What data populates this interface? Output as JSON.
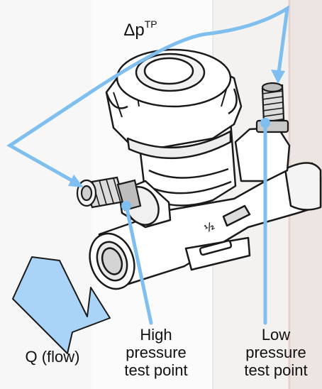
{
  "labels": {
    "delta_p": "Δp",
    "delta_p_superscript": "TP",
    "high_pressure": [
      "High",
      "pressure",
      "test point"
    ],
    "low_pressure": [
      "Low",
      "pressure",
      "test point"
    ],
    "flow": "Q (flow)"
  },
  "colors": {
    "annotation_blue": "#7fbff0",
    "arrow_fill": "#a9d3f7",
    "arrow_stroke": "#1a1a1a",
    "valve_line": "#1a1a1a",
    "valve_body": "#ffffff"
  }
}
